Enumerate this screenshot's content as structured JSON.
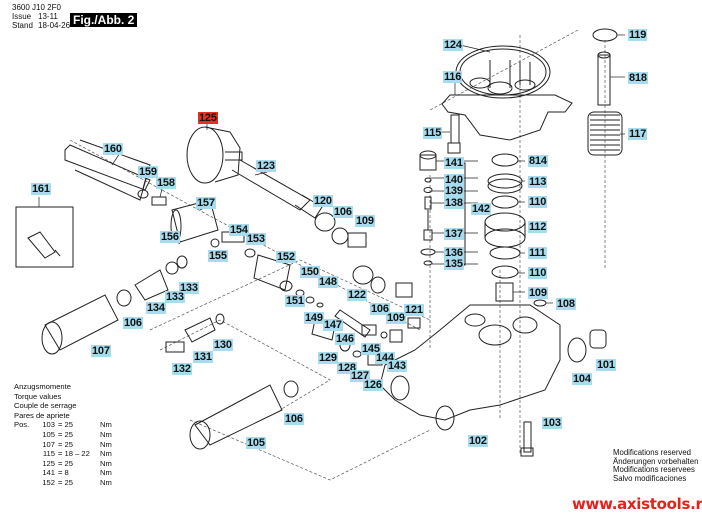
{
  "header": {
    "doc_number": "3600 J10 2F0",
    "issue_label": "Issue",
    "issue_value": "13-11",
    "stand_label": "Stand",
    "stand_value": "18-04-26",
    "figure": "Fig./Abb. 2"
  },
  "colors": {
    "label_bg": "#a6dced",
    "highlight_bg": "#e2321c",
    "url": "#e3231b"
  },
  "parts": [
    {
      "id": "124"
    },
    {
      "id": "116"
    },
    {
      "id": "115"
    },
    {
      "id": "119"
    },
    {
      "id": "818"
    },
    {
      "id": "117"
    },
    {
      "id": "125",
      "highlight": true
    },
    {
      "id": "123"
    },
    {
      "id": "160"
    },
    {
      "id": "159"
    },
    {
      "id": "158"
    },
    {
      "id": "161"
    },
    {
      "id": "157"
    },
    {
      "id": "156"
    },
    {
      "id": "155"
    },
    {
      "id": "154"
    },
    {
      "id": "153"
    },
    {
      "id": "152"
    },
    {
      "id": "120"
    },
    {
      "id": "106"
    },
    {
      "id": "109"
    },
    {
      "id": "141"
    },
    {
      "id": "140"
    },
    {
      "id": "139"
    },
    {
      "id": "138"
    },
    {
      "id": "142"
    },
    {
      "id": "137"
    },
    {
      "id": "136"
    },
    {
      "id": "135"
    },
    {
      "id": "814"
    },
    {
      "id": "113"
    },
    {
      "id": "110"
    },
    {
      "id": "112"
    },
    {
      "id": "111"
    },
    {
      "id": "110"
    },
    {
      "id": "109"
    },
    {
      "id": "108"
    },
    {
      "id": "150"
    },
    {
      "id": "151"
    },
    {
      "id": "148"
    },
    {
      "id": "149"
    },
    {
      "id": "147"
    },
    {
      "id": "122"
    },
    {
      "id": "106"
    },
    {
      "id": "109"
    },
    {
      "id": "121"
    },
    {
      "id": "146"
    },
    {
      "id": "145"
    },
    {
      "id": "144"
    },
    {
      "id": "143"
    },
    {
      "id": "129"
    },
    {
      "id": "128"
    },
    {
      "id": "127"
    },
    {
      "id": "126"
    },
    {
      "id": "133"
    },
    {
      "id": "133"
    },
    {
      "id": "134"
    },
    {
      "id": "106"
    },
    {
      "id": "107"
    },
    {
      "id": "130"
    },
    {
      "id": "131"
    },
    {
      "id": "132"
    },
    {
      "id": "106"
    },
    {
      "id": "105"
    },
    {
      "id": "104"
    },
    {
      "id": "101"
    },
    {
      "id": "103"
    },
    {
      "id": "102"
    }
  ],
  "torque": {
    "titles": [
      "Anzugsmomente",
      "Torque values",
      "Couple de serrage",
      "Pares de apriete"
    ],
    "pos_label": "Pos.",
    "rows": [
      {
        "pos": "103",
        "value": "= 25",
        "unit": "Nm"
      },
      {
        "pos": "105",
        "value": "= 25",
        "unit": "Nm"
      },
      {
        "pos": "107",
        "value": "= 25",
        "unit": "Nm"
      },
      {
        "pos": "115",
        "value": "= 18 – 22",
        "unit": "Nm"
      },
      {
        "pos": "125",
        "value": "= 25",
        "unit": "Nm"
      },
      {
        "pos": "141",
        "value": "=   8",
        "unit": "Nm"
      },
      {
        "pos": "152",
        "value": "= 25",
        "unit": "Nm"
      }
    ]
  },
  "modifications": [
    "Modifications reserved",
    "Änderungen vorbehalten",
    "Modifications reservees",
    "Salvo modificaciones"
  ],
  "website": "www.axistools.ru"
}
